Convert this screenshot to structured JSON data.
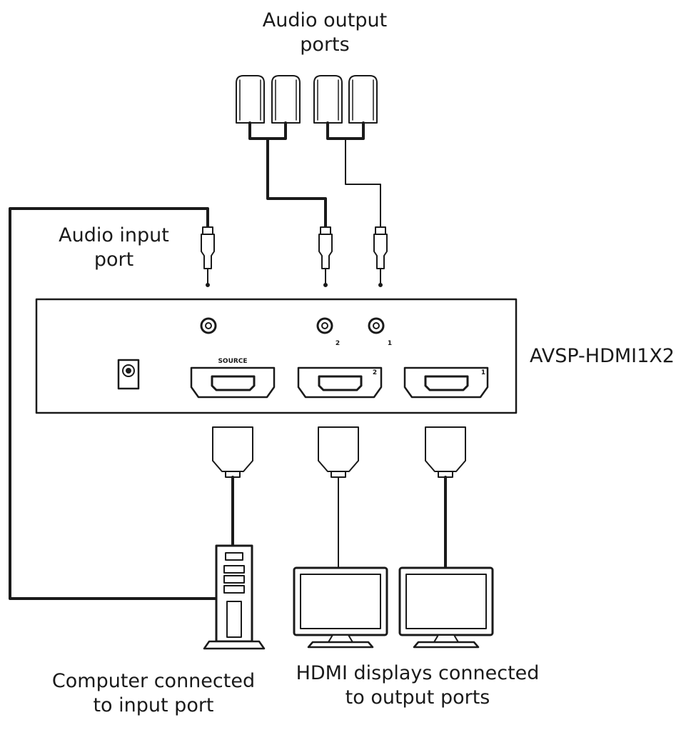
{
  "labels": {
    "audio_output": [
      "Audio output",
      "ports"
    ],
    "audio_input": [
      "Audio input",
      "port"
    ],
    "device_model": "AVSP-HDMI1X2",
    "computer": [
      "Computer connected",
      "to input port"
    ],
    "displays": [
      "HDMI displays connected",
      "to output ports"
    ]
  },
  "device": {
    "source_port_label": "SOURCE",
    "hdmi_out_2_label": "2",
    "hdmi_out_1_label": "1",
    "audio_out_2_label": "2",
    "audio_out_1_label": "1"
  },
  "icons": [
    "rca-plug-icon",
    "jack-plug-icon",
    "hdmi-plug-icon",
    "hdmi-port-icon",
    "audio-jack-icon",
    "dc-power-icon",
    "computer-tower-icon",
    "monitor-icon"
  ],
  "colors": {
    "line": "#1a1a1a",
    "thin_line": "#3a3a3a",
    "fill": "#ffffff"
  }
}
